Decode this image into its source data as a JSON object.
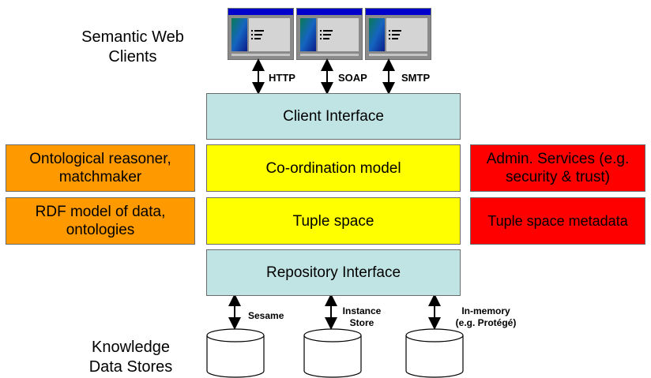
{
  "clients_label": [
    "Semantic Web",
    "Clients"
  ],
  "stores_label": [
    "Knowledge",
    "Data Stores"
  ],
  "protocols": [
    "HTTP",
    "SOAP",
    "SMTP"
  ],
  "boxes": {
    "client_interface": "Client Interface",
    "coordination_model": "Co-ordination model",
    "tuple_space": "Tuple space",
    "repository_interface": "Repository Interface",
    "ontological_reasoner": [
      "Ontological reasoner,",
      "matchmaker"
    ],
    "rdf_model": [
      "RDF model of data,",
      "ontologies"
    ],
    "admin_services": [
      "Admin. Services (e.g.",
      "security & trust)"
    ],
    "tuple_space_metadata": "Tuple space metadata"
  },
  "stores": {
    "sesame": [
      "Sesame"
    ],
    "instance_store": [
      "Instance",
      "Store"
    ],
    "in_memory": [
      "In-memory",
      "(e.g. Protégé)"
    ]
  },
  "colors": {
    "cyan": "#bfe4e3",
    "yellow": "#ffff00",
    "orange": "#ff9900",
    "red": "#ff0000"
  },
  "icons": {
    "client_window": "client-window-icon",
    "data_store": "database-cylinder-icon"
  }
}
